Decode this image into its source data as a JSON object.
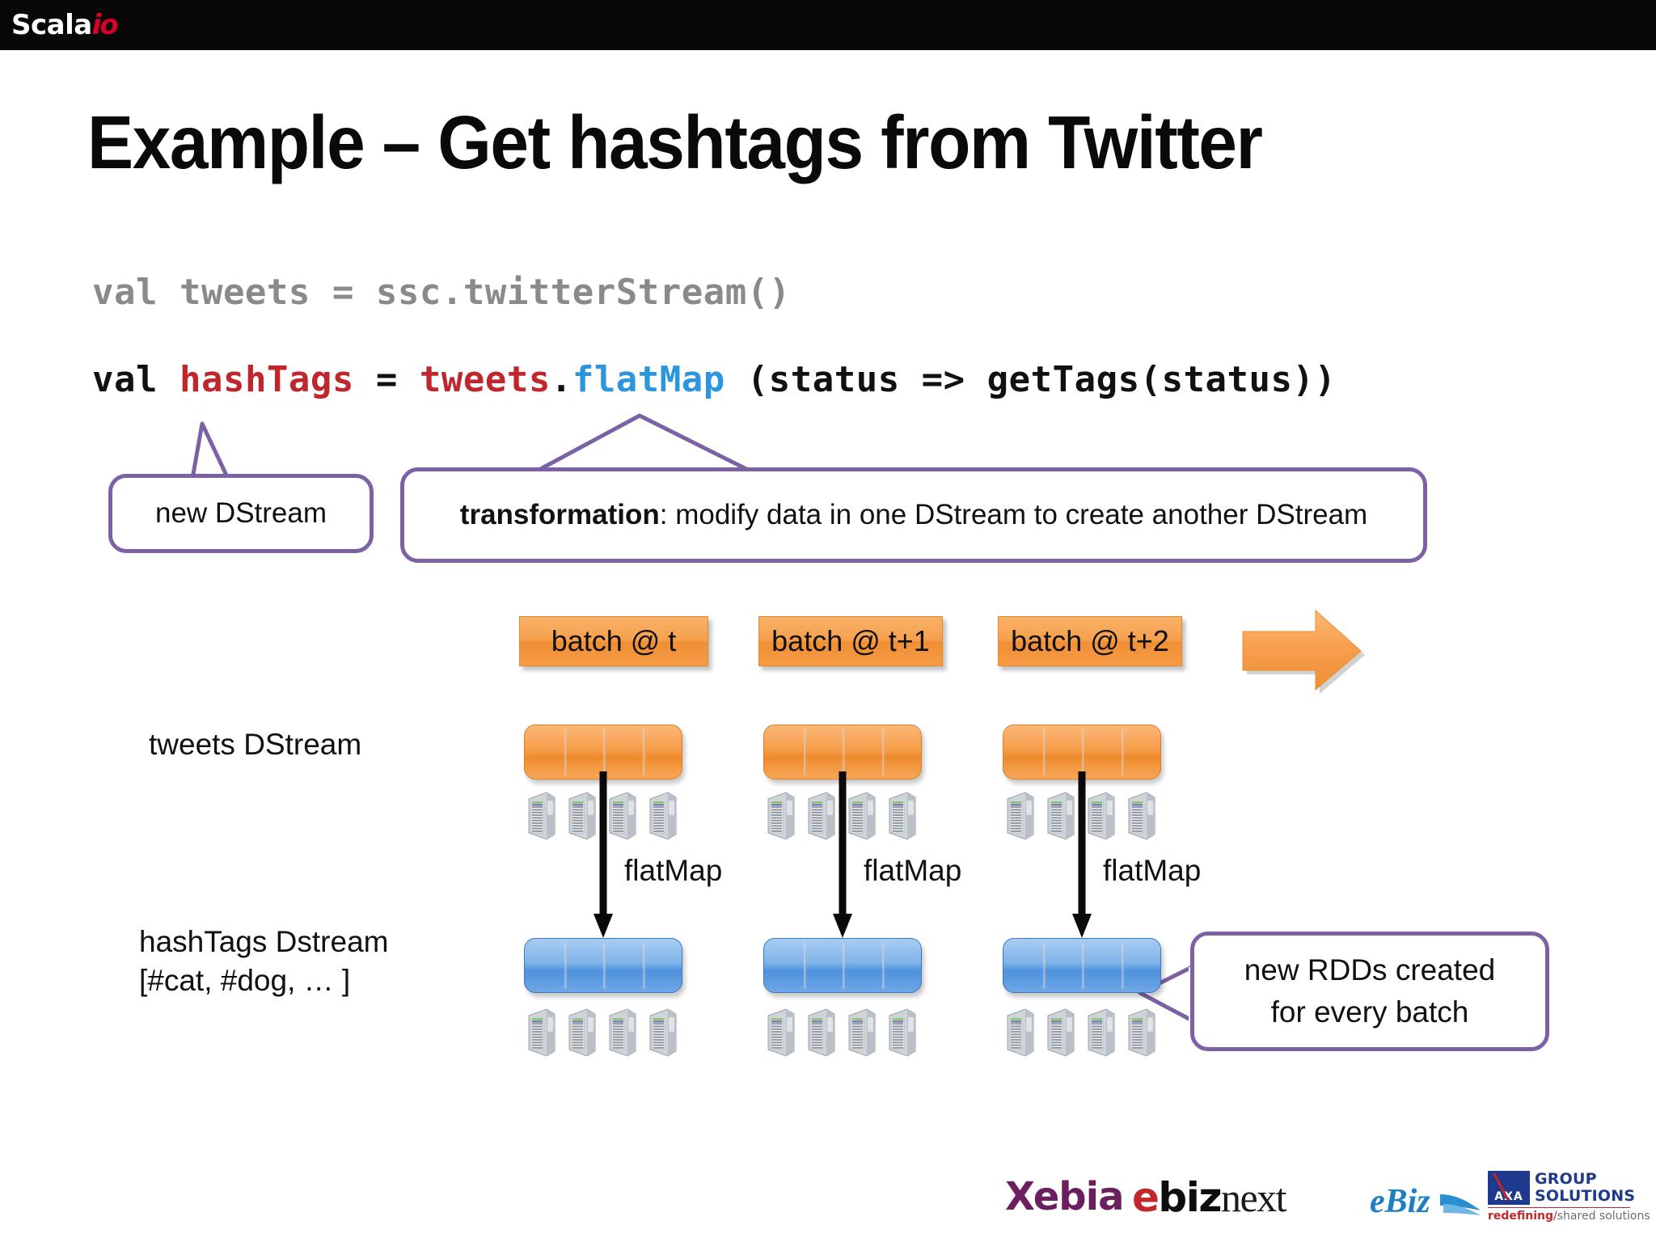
{
  "topbar": {
    "brand_main": "Scala",
    "brand_accent": "io"
  },
  "title": "Example – Get hashtags from Twitter",
  "code": {
    "line1": "val tweets = ssc.twitterStream()",
    "line2": {
      "t1": "val ",
      "t2": "hashTags",
      "t3": " = ",
      "t4": "tweets",
      "t5": ".",
      "t6": "flatMap",
      "t7": " (status => getTags(status))"
    },
    "colors": {
      "comment_gray": "#8a8a8a",
      "red": "#c0272d",
      "blue": "#2b96dd",
      "black": "#111111"
    }
  },
  "callouts": {
    "new_dstream": "new DStream",
    "transformation_bold": "transformation",
    "transformation_rest": ": modify data in one DStream to create another DStream",
    "new_rdds": "new RDDs created\nfor every batch",
    "border_color": "#7d61a5"
  },
  "diagram": {
    "batches": [
      "batch @ t",
      "batch @ t+1",
      "batch @ t+2"
    ],
    "row_labels": {
      "top": "tweets DStream",
      "bottom_line1": "hashTags Dstream",
      "bottom_line2": "[#cat, #dog, … ]"
    },
    "operation_label": "flatMap",
    "operations": [
      "flatMap",
      "flatMap",
      "flatMap"
    ],
    "partitions_per_rdd": 4,
    "servers_per_row": 4,
    "colors": {
      "rdd_top": "#f08f35",
      "rdd_bottom": "#4f91dc",
      "arrow": "#f6a04c"
    }
  },
  "footer": {
    "logos": [
      {
        "name": "xebia",
        "text": "Xebia"
      },
      {
        "name": "ebiznext",
        "e": "e",
        "biz": "biz",
        "next": "next"
      },
      {
        "name": "ebiz",
        "text": "eBiz"
      },
      {
        "name": "axa-group-solutions",
        "line1": "GROUP",
        "line2": "SOLUTIONS",
        "mark": "AXA",
        "tag_red": "redefining",
        "tag_slash": "/",
        "tag_gray": "shared solutions"
      }
    ]
  }
}
